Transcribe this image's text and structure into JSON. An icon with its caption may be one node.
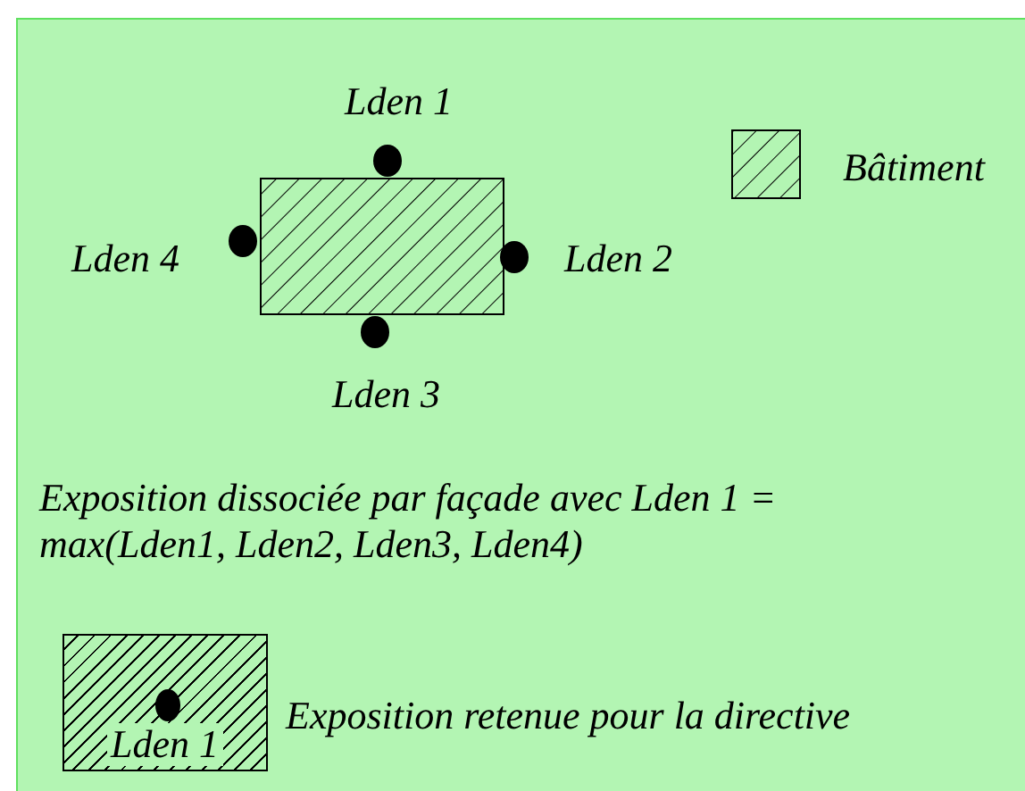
{
  "diagram": {
    "nodes": [
      {
        "text": [],
        "shape": "box"
      },
      {
        "text": [
          "Lden 1"
        ],
        "beside": [
          "Exposition retenue pour la directive"
        ]
      }
    ],
    "labels": [
      "Lden 1",
      "Lden 4",
      "Lden 2",
      "Lden 3",
      "Exposition dissociée par façade avec Lden 1 = max(Lden1, Lden2, Lden3, Lden4)"
    ],
    "legend": [
      {
        "text": "Bâtiment"
      }
    ]
  }
}
